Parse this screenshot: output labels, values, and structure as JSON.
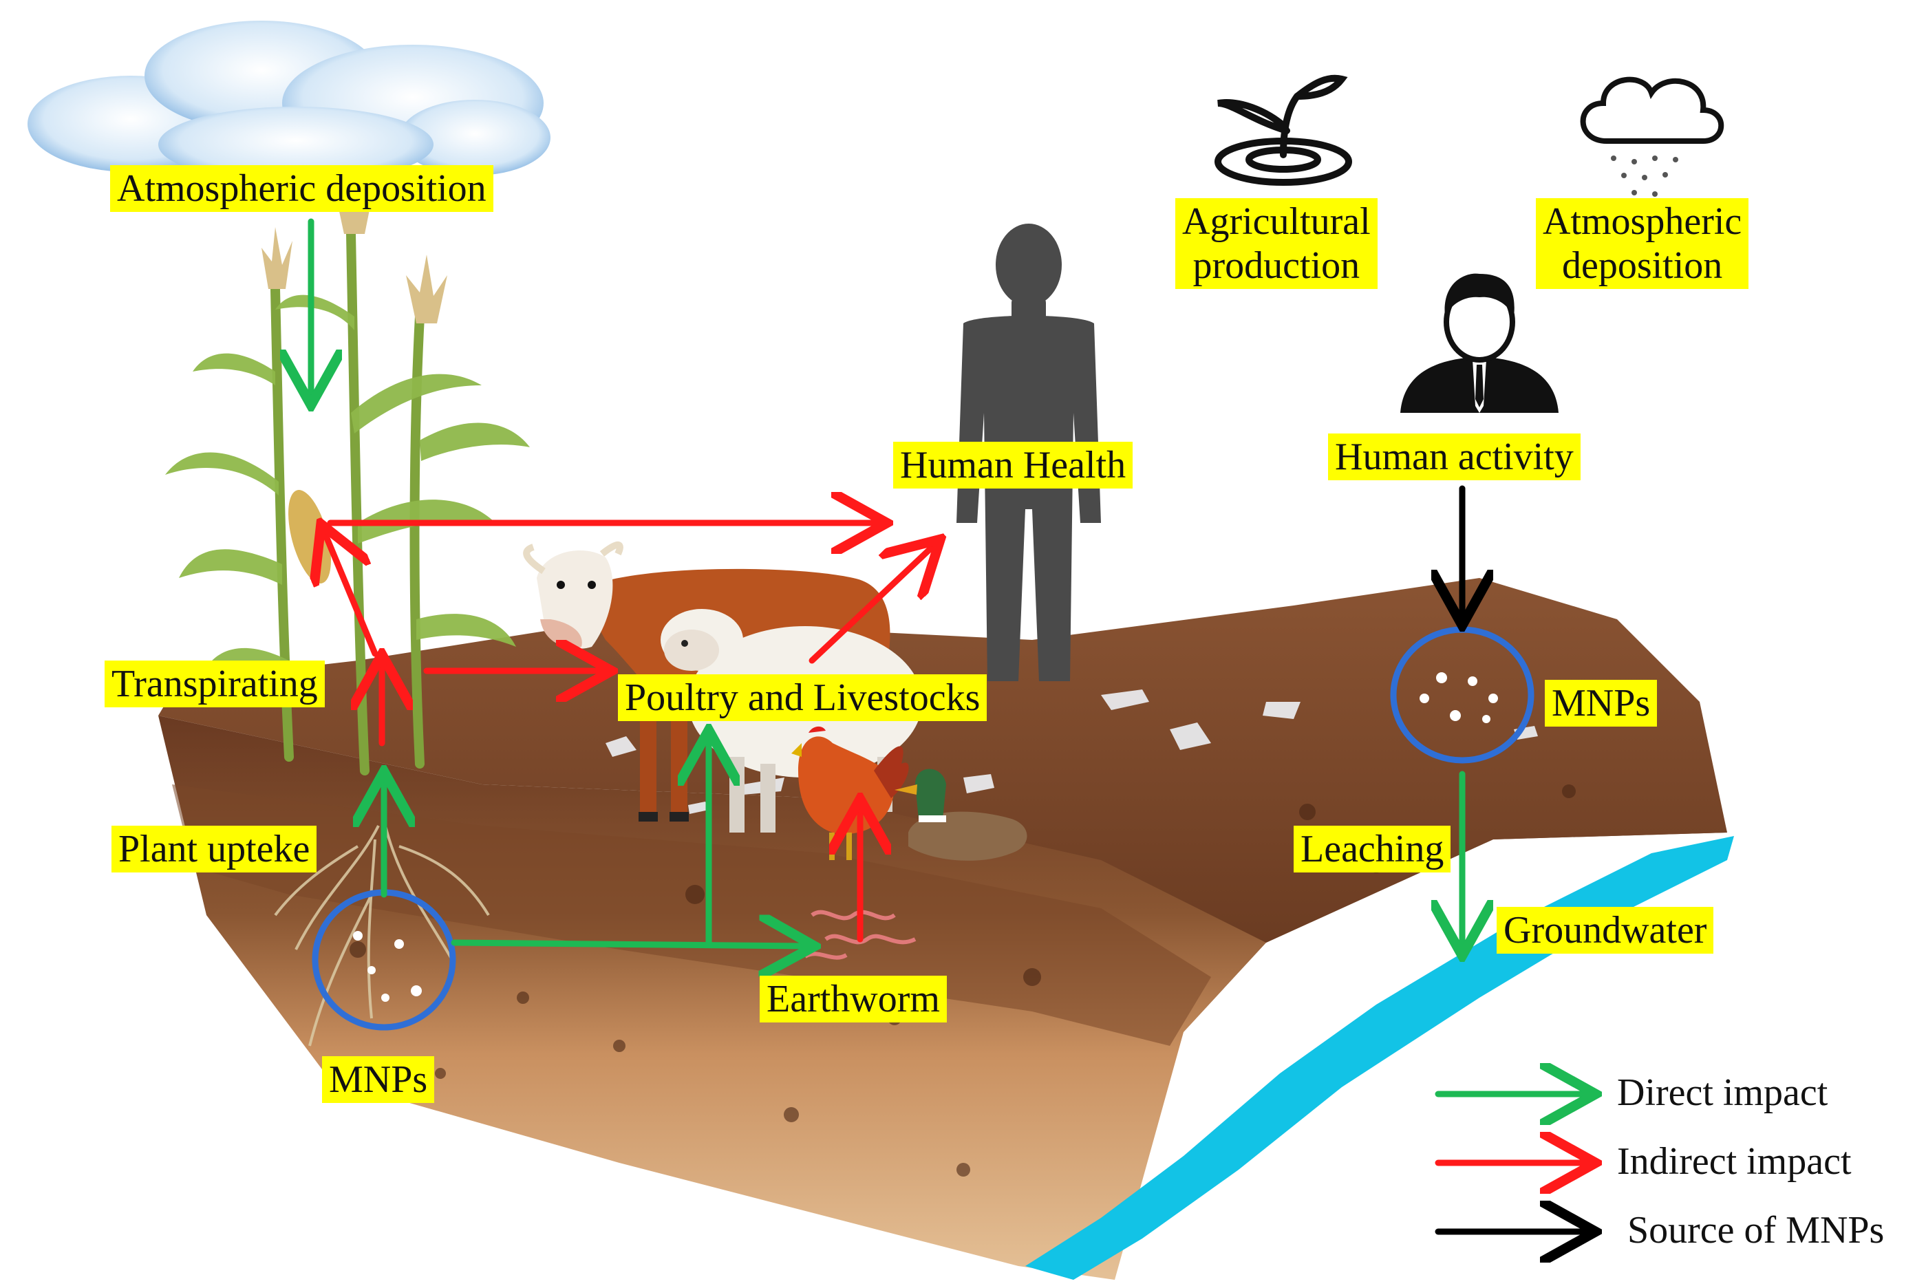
{
  "labels": {
    "atmospheric_deposition_left": "Atmospheric deposition",
    "agricultural_production": [
      "Agricultural",
      "production"
    ],
    "atmospheric_deposition_right": [
      "Atmospheric",
      "deposition"
    ],
    "human_health": "Human Health",
    "human_activity": "Human activity",
    "transpirating": "Transpirating",
    "poultry_livestocks": "Poultry and Livestocks",
    "mnps_right": "MNPs",
    "plant_upteke": "Plant upteke",
    "leaching": "Leaching",
    "groundwater": "Groundwater",
    "earthworm": "Earthworm",
    "mnps_left": "MNPs"
  },
  "legend": [
    {
      "label": "Direct impact",
      "color": "#1db954"
    },
    {
      "label": "Indirect impact",
      "color": "#ff1a1a"
    },
    {
      "label": "Source of MNPs",
      "color": "#000000"
    }
  ],
  "colors": {
    "direct": "#1db954",
    "indirect": "#ff1a1a",
    "source": "#000000",
    "label_bg": "#ffff00",
    "water": "#12c3e6",
    "circle": "#2f6fd6"
  },
  "icons": [
    "cloud-icon",
    "rain-cloud-icon",
    "sprout-icon",
    "person-silhouette-icon",
    "businessman-icon",
    "cow-icon",
    "sheep-icon",
    "chicken-icon",
    "duck-icon",
    "earthworm-icon",
    "corn-plant-icon"
  ]
}
